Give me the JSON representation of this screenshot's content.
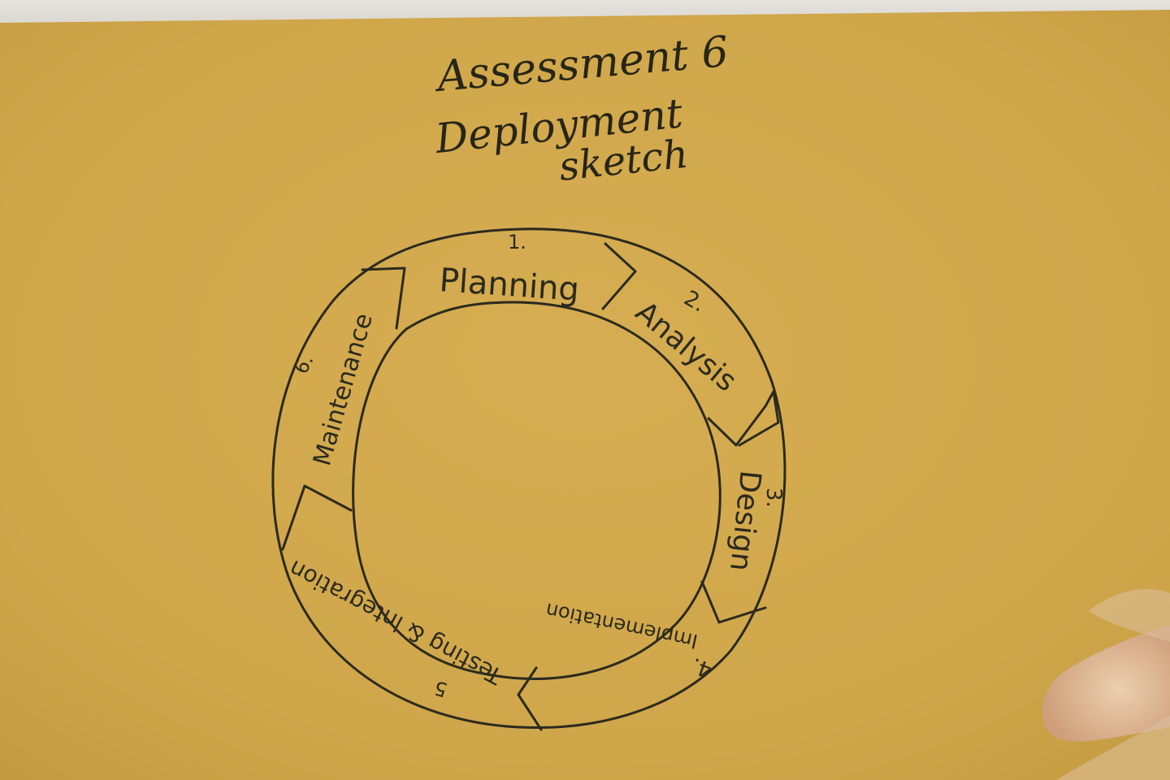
{
  "title": {
    "line1": "Assessment 6",
    "line2": "Deployment",
    "line3": "sketch"
  },
  "colors": {
    "paper": "#cfa64a",
    "ink": "#2b2a1e",
    "background": "#dcd9d2",
    "skin": "#e6c6a6"
  },
  "cycle": {
    "phases": [
      {
        "number": "1.",
        "label": "Planning"
      },
      {
        "number": "2.",
        "label": "Analysis"
      },
      {
        "number": "3.",
        "label": "Design"
      },
      {
        "number": "4.",
        "label": "Implementation"
      },
      {
        "number": "5",
        "label": "Testing & integration"
      },
      {
        "number": "6.",
        "label": "Maintenance"
      }
    ]
  }
}
